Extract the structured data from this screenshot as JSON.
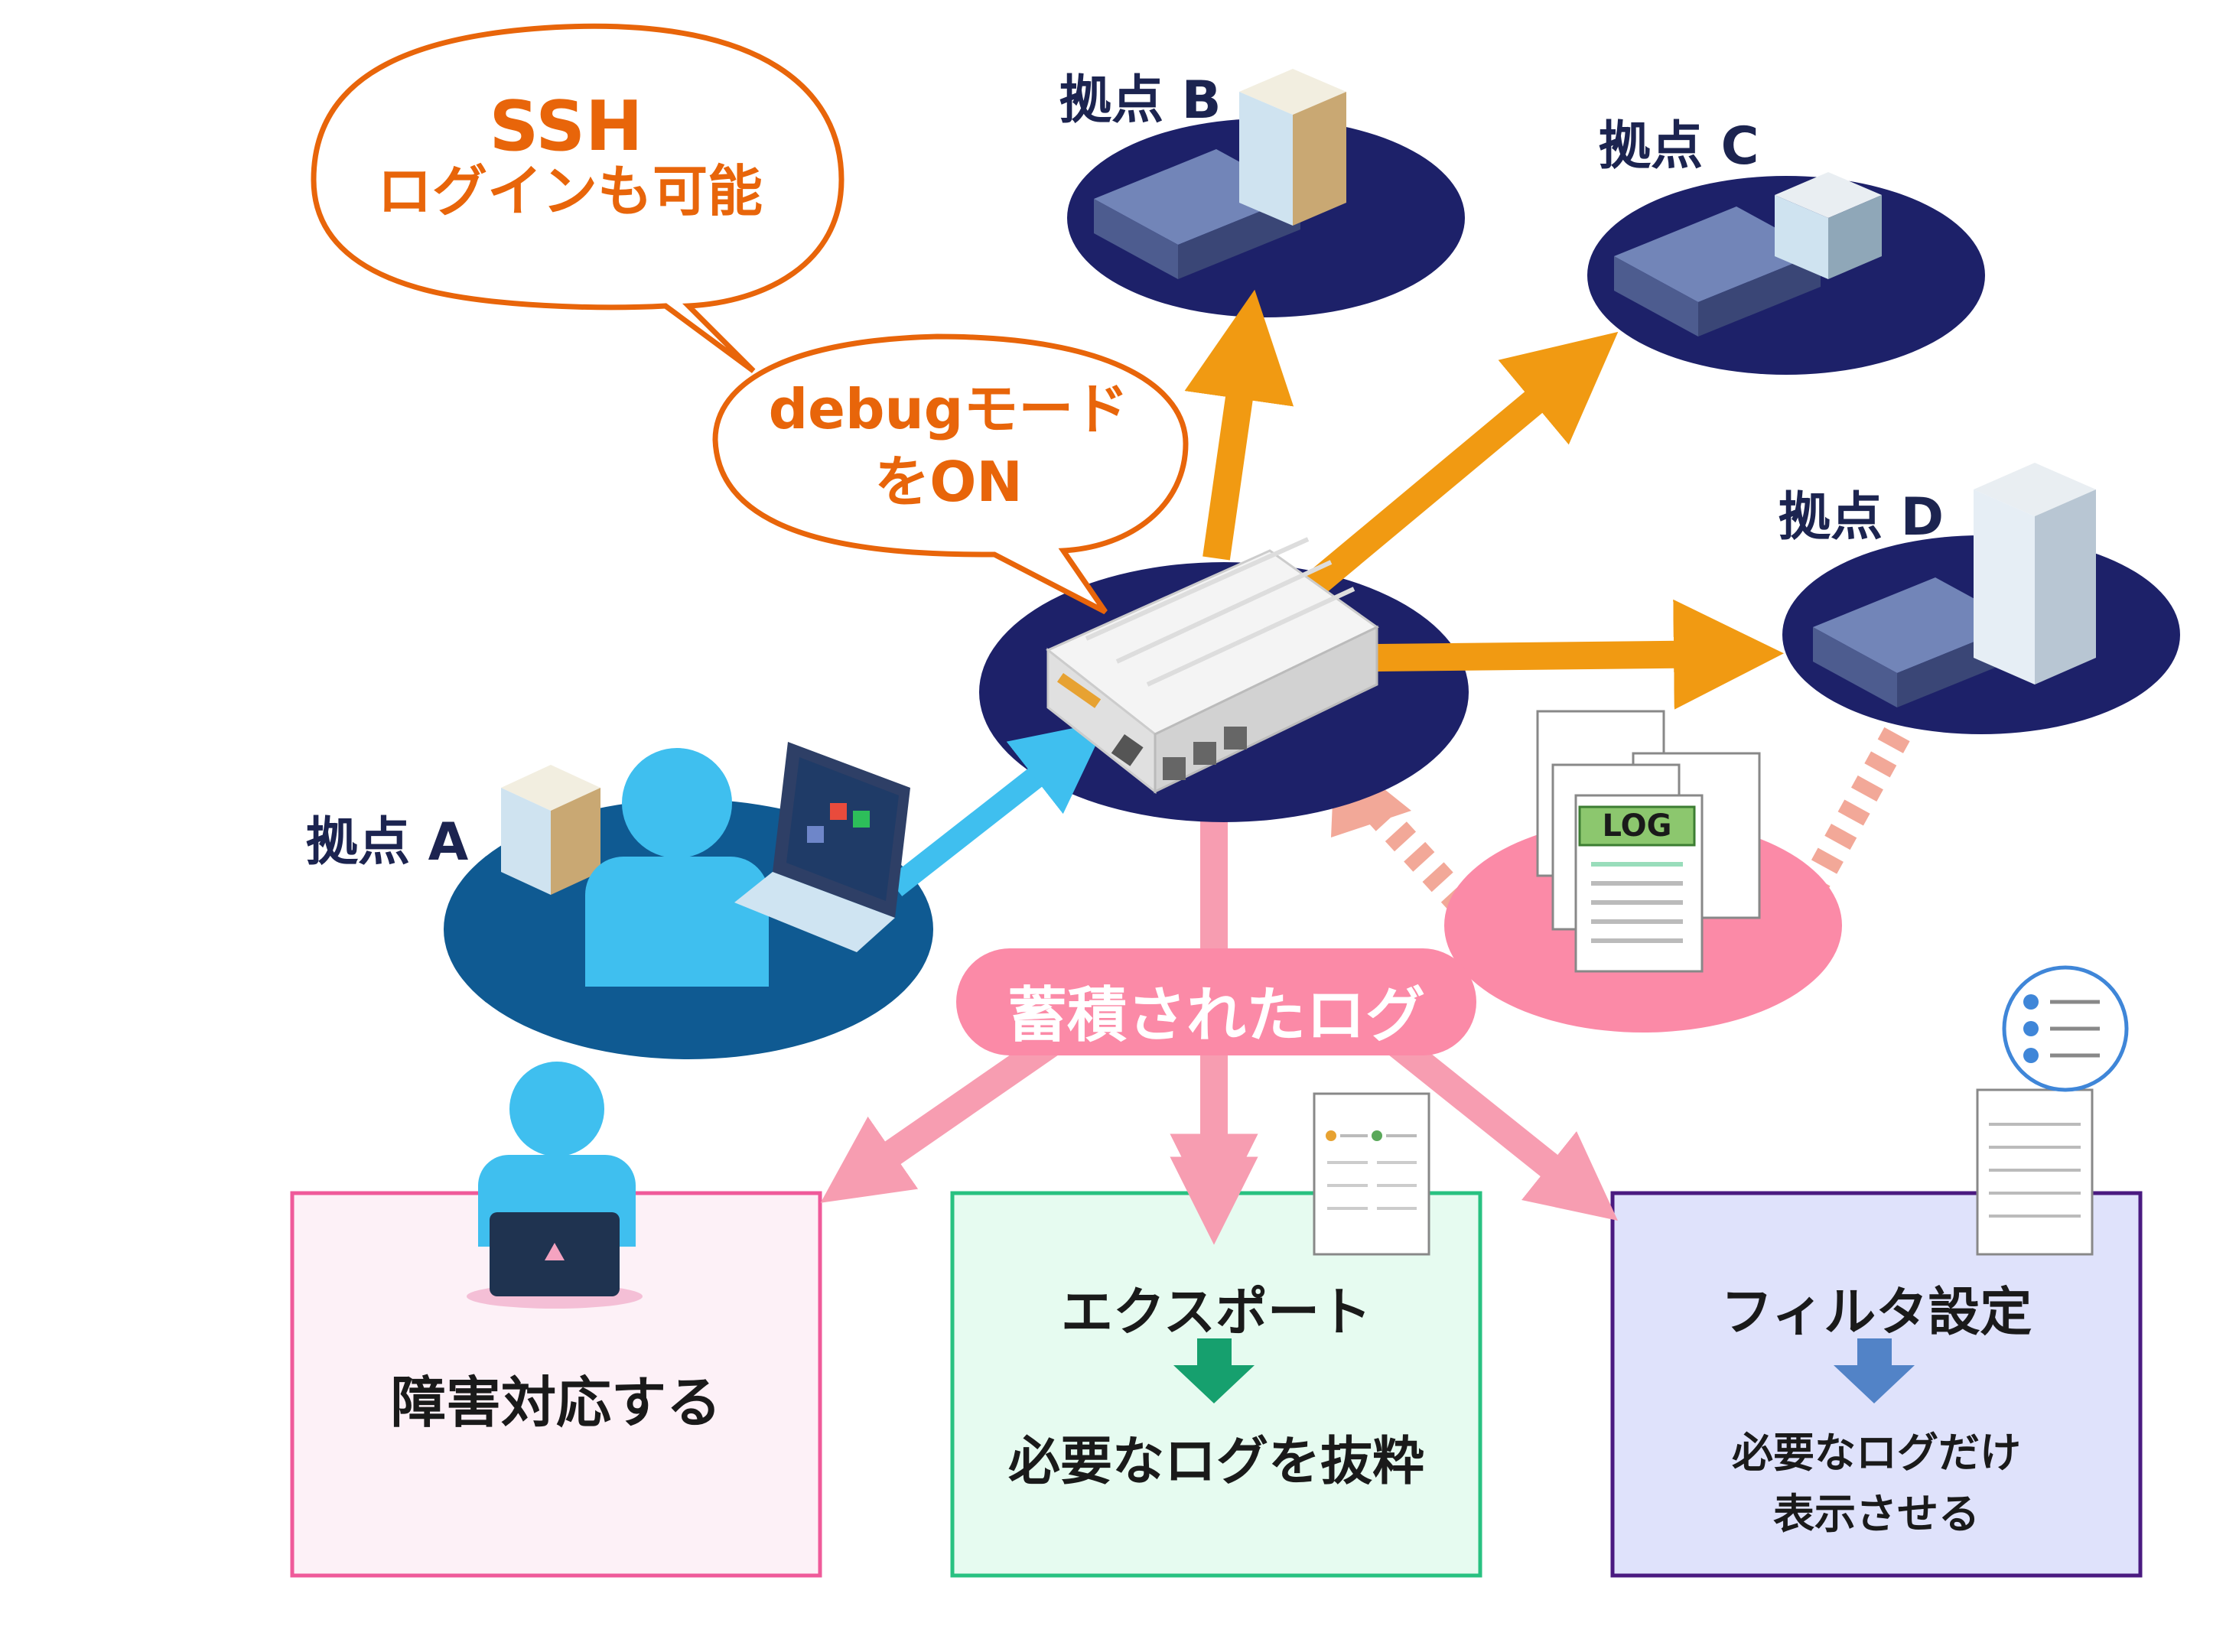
{
  "sites": {
    "a": "拠点 A",
    "b": "拠点 B",
    "c": "拠点 C",
    "d": "拠点 D"
  },
  "callouts": {
    "ssh_line1": "SSH",
    "ssh_line2": "ログインも可能",
    "debug_line1": "debugモード",
    "debug_line2": "をON"
  },
  "center_label": "蓄積されたログ",
  "log_tag": "LOG",
  "boxes": {
    "incident": {
      "label": "障害対応する"
    },
    "export": {
      "title": "エクスポート",
      "result": "必要なログを抜粋"
    },
    "filter": {
      "title": "フィルタ設定",
      "result_line1": "必要なログだけ",
      "result_line2": "表示させる"
    }
  },
  "colors": {
    "navy": "#1d2169",
    "site_a_blue": "#0f5a92",
    "orange_arrow": "#f19a12",
    "callout_orange": "#e8650a",
    "pink": "#fb8aa7",
    "pink_arrow": "#f79db1",
    "skyblue": "#3fbfef",
    "green_arrow": "#16a06e",
    "blue_arrow": "#5283c7"
  }
}
